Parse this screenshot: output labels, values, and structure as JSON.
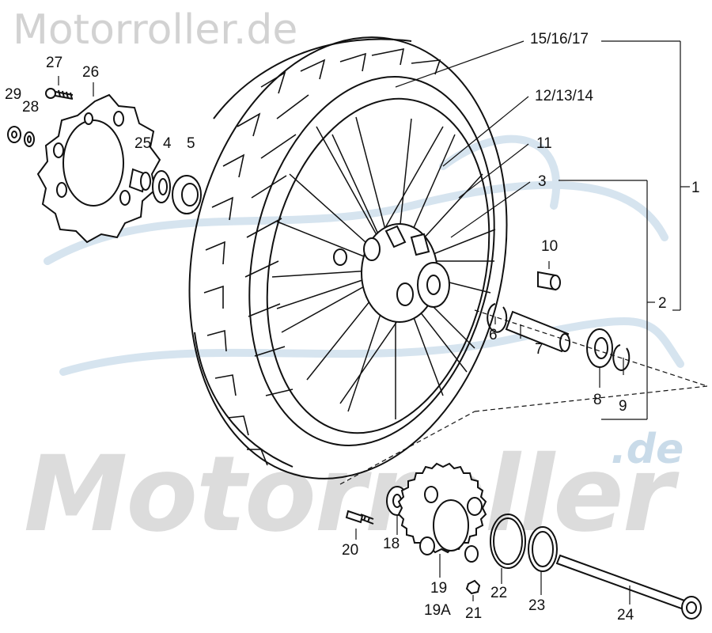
{
  "watermark": {
    "top_text": "Motorroller.de",
    "big_text": "Motorroller",
    "suffix_text": ".de"
  },
  "colors": {
    "line": "#111111",
    "watermark_gray": "#d2d2d2",
    "watermark_blue": "#c9dbe9"
  },
  "labels": {
    "p1": "1",
    "p2": "2",
    "p3": "3",
    "p4": "4",
    "p5": "5",
    "p6": "6",
    "p7": "7",
    "p8": "8",
    "p9": "9",
    "p10": "10",
    "p11": "11",
    "p12_13_14": "12/13/14",
    "p15_16_17": "15/16/17",
    "p18": "18",
    "p19": "19",
    "p19a": "19A",
    "p20": "20",
    "p21": "21",
    "p22": "22",
    "p23": "23",
    "p24": "24",
    "p25": "25",
    "p26": "26",
    "p27": "27",
    "p28": "28",
    "p29": "29"
  }
}
